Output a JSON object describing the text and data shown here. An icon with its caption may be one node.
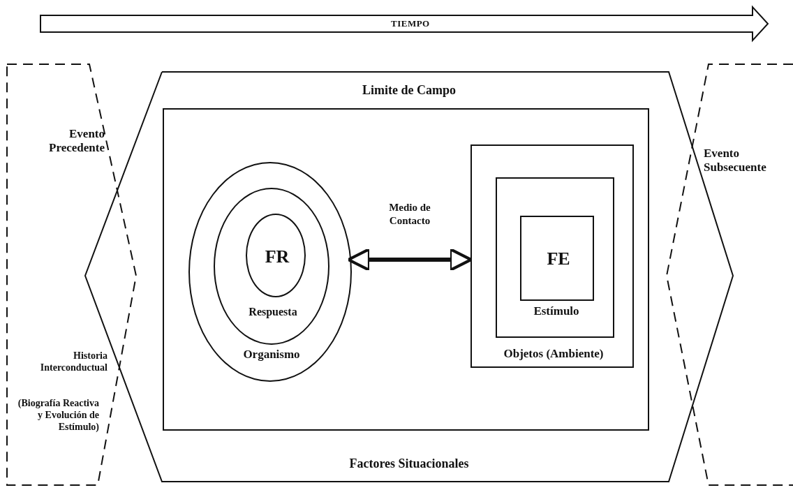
{
  "diagram": {
    "nodes": [
      {
        "text": [
          "Limite de Campo",
          "Factores Situacionales"
        ]
      },
      {
        "text": [],
        "shape": "box",
        "in": 0
      },
      {
        "text": [
          "Organismo"
        ],
        "in": 1
      },
      {
        "text": [
          "Respuesta"
        ],
        "in": 2
      },
      {
        "text": [
          "FR"
        ],
        "in": 3
      },
      {
        "text": [
          "Objetos (Ambiente)"
        ],
        "in": 1
      },
      {
        "text": [
          "Estímulo"
        ],
        "in": 5
      },
      {
        "text": [
          "FE"
        ],
        "in": 6
      },
      {
        "text": [
          "Evento Precedente",
          "Historia Interconductual",
          "(Biografía Reactiva y Evolución de Estímulo)"
        ]
      },
      {
        "text": [
          "Evento Subsecuente"
        ]
      }
    ],
    "edges": [
      {
        "from": 2,
        "to": 5,
        "arrow": "both",
        "label": "Medio de Contacto"
      }
    ],
    "labels": [
      "TIEMPO"
    ]
  }
}
